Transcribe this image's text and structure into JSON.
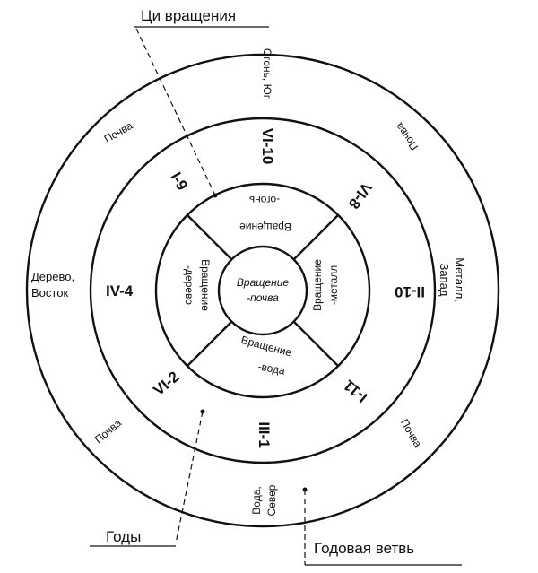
{
  "captions": {
    "top": "Ци вращения",
    "bottom_left": "Годы",
    "bottom_right": "Годовая ветвь"
  },
  "outer_ring": {
    "top": "Огонь, Юг",
    "upper_left": "Почва",
    "upper_right": "Почва",
    "left_line1": "Дерево,",
    "left_line2": "Восток",
    "right_line1": "Металл,",
    "right_line2": "Запад",
    "lower_left": "Почва",
    "lower_right": "Почва",
    "bottom_line1": "Вода,",
    "bottom_line2": "Север"
  },
  "middle_ring": {
    "top": "VI-10",
    "upper_left": "I-9",
    "upper_right": "VI-8",
    "left": "IV-4",
    "right": "II-10",
    "lower_left": "VI-2",
    "lower_right": "I-11",
    "bottom": "III-1"
  },
  "inner_ring": {
    "top_line1": "Вращение",
    "top_line2": "-огонь",
    "left_line1": "Вращение",
    "left_line2": "-дерево",
    "right_line1": "Вращение",
    "right_line2": "-металл",
    "bottom_line1": "Вращение",
    "bottom_line2": "-вода",
    "center_line1": "Вращение",
    "center_line2": "-почва"
  }
}
